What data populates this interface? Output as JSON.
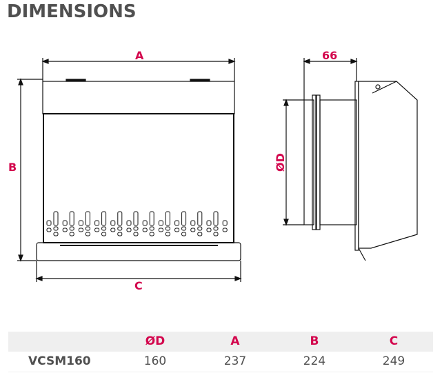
{
  "title": "DIMENSIONS",
  "drawing_labels": {
    "a": "A",
    "b": "B",
    "c": "C",
    "d": "ØD",
    "depth": "66"
  },
  "table": {
    "headers": [
      "ØD",
      "A",
      "B",
      "C"
    ],
    "rows": [
      {
        "model": "VCSM160",
        "values": [
          "160",
          "237",
          "224",
          "249"
        ]
      }
    ]
  },
  "colors": {
    "accent": "#d3064d",
    "text": "#505050",
    "header_bg": "#efefef"
  }
}
